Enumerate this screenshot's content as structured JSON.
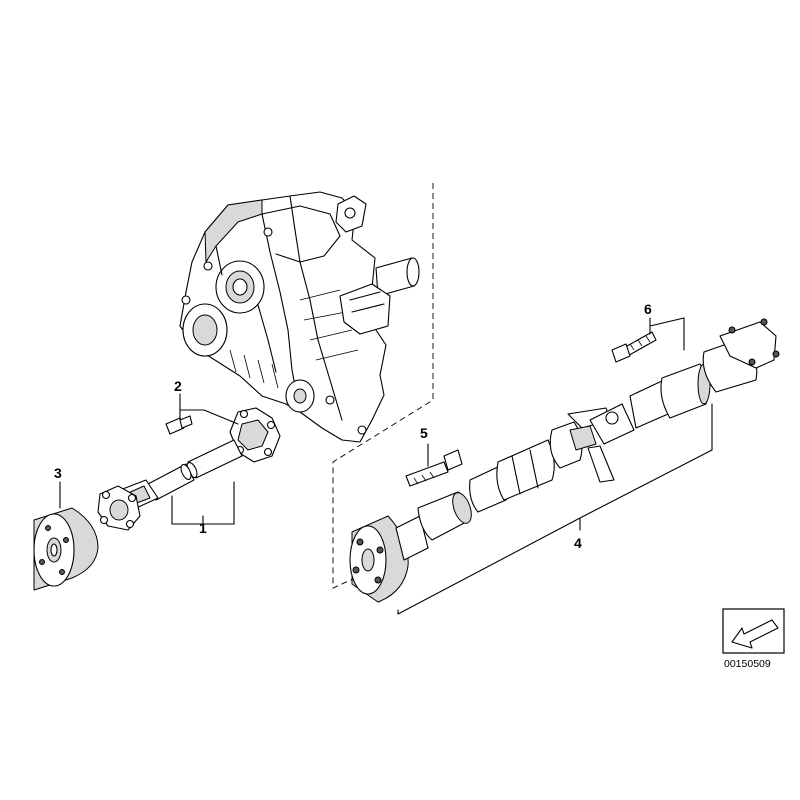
{
  "callouts": {
    "part_1": "1",
    "part_2": "2",
    "part_3": "3",
    "part_4": "4",
    "part_5": "5",
    "part_6": "6"
  },
  "diagram_code": "00150509"
}
